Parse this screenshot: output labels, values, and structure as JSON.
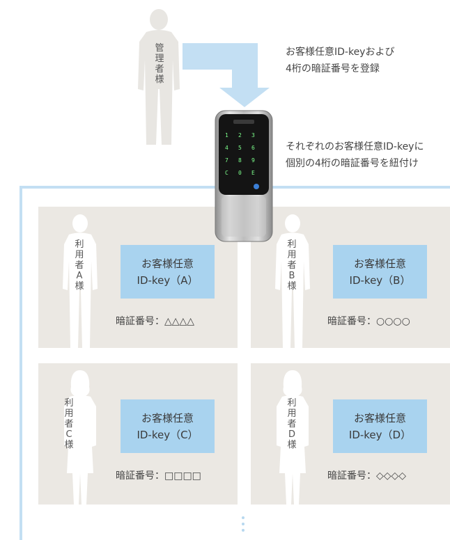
{
  "admin": {
    "label": "管理者様",
    "icon": "person-silhouette-icon"
  },
  "captions": {
    "register_line1": "お客様任意ID-keyおよび",
    "register_line2": "4桁の暗証番号を登録",
    "assign_line1": "それぞれのお客様任意ID-keyに",
    "assign_line2": "個別の4桁の暗証番号を紐付け"
  },
  "device": {
    "keys": [
      "1",
      "2",
      "3",
      "4",
      "5",
      "6",
      "7",
      "8",
      "9",
      "C",
      "0",
      "E"
    ],
    "icon": "keypad-lock-device-icon"
  },
  "users": [
    {
      "label": "利用者A様",
      "id_line1": "お客様任意",
      "id_line2": "ID-key（A）",
      "pin": "暗証番号：△△△△"
    },
    {
      "label": "利用者B様",
      "id_line1": "お客様任意",
      "id_line2": "ID-key（B）",
      "pin": "暗証番号：○○○○"
    },
    {
      "label": "利用者C様",
      "id_line1": "お客様任意",
      "id_line2": "ID-key（C）",
      "pin": "暗証番号：□□□□"
    },
    {
      "label": "利用者D様",
      "id_line1": "お客様任意",
      "id_line2": "ID-key（D）",
      "pin": "暗証番号：◇◇◇◇"
    }
  ],
  "colors": {
    "accent_blue": "#c3dff3",
    "id_box": "#a9d3ef",
    "card_bg": "#ebe8e3",
    "silhouette": "#e8e6e2"
  }
}
